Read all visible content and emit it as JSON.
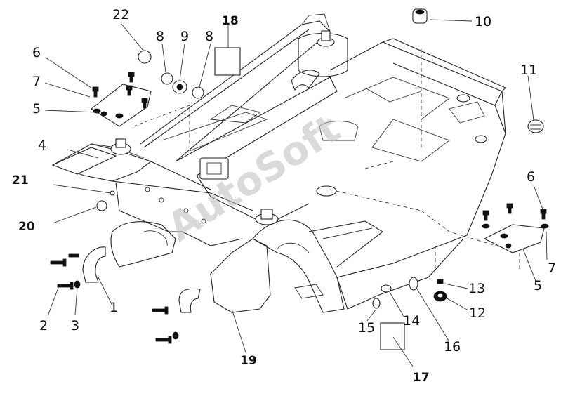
{
  "watermark": "AutoSoft",
  "callouts": {
    "c1": "1",
    "c2": "2",
    "c3": "3",
    "c4": "4",
    "c5a": "5",
    "c5b": "5",
    "c6a": "6",
    "c6b": "6",
    "c7a": "7",
    "c7b": "7",
    "c8a": "8",
    "c8b": "8",
    "c9": "9",
    "c10": "10",
    "c11": "11",
    "c12": "12",
    "c13": "13",
    "c14": "14",
    "c15": "15",
    "c16": "16",
    "c17": "17",
    "c18": "18",
    "c19": "19",
    "c20": "20",
    "c21": "21",
    "c22": "22"
  }
}
